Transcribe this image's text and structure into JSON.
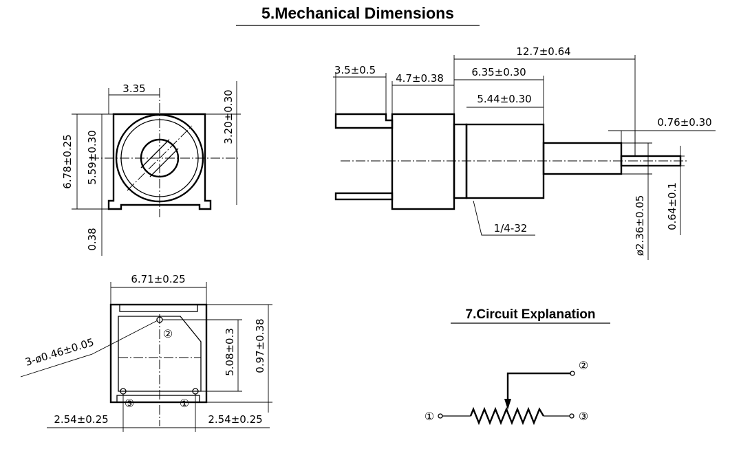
{
  "titles": {
    "mechanical": "5.Mechanical Dimensions",
    "circuit": "7.Circuit Explanation"
  },
  "front_view": {
    "width_top": "3.35",
    "height_overall": "6.78±0.25",
    "height_body": "5.59±0.30",
    "offset_right": "3.20±0.30",
    "base": "0.38"
  },
  "side_view": {
    "overall_length": "12.7±0.64",
    "pin_length": "3.5±0.5",
    "body_length": "4.7±0.38",
    "thread_length": "6.35±0.30",
    "thread_inner": "5.44±0.30",
    "shaft_tip": "0.76±0.30",
    "thread_spec": "1/4-32",
    "shaft_diameter": "ø2.36±0.05",
    "slot_width": "0.64±0.1"
  },
  "bottom_view": {
    "width": "6.71±0.25",
    "hole_spec": "3-ø0.46±0.05",
    "pin_spacing_y": "5.08±0.3",
    "height_side": "0.97±0.38",
    "pin_spacing_left": "2.54±0.25",
    "pin_spacing_right": "2.54±0.25",
    "pin_labels": [
      "②",
      "③",
      "①"
    ]
  },
  "circuit": {
    "pin1": "①",
    "pin2": "②",
    "pin3": "③"
  }
}
